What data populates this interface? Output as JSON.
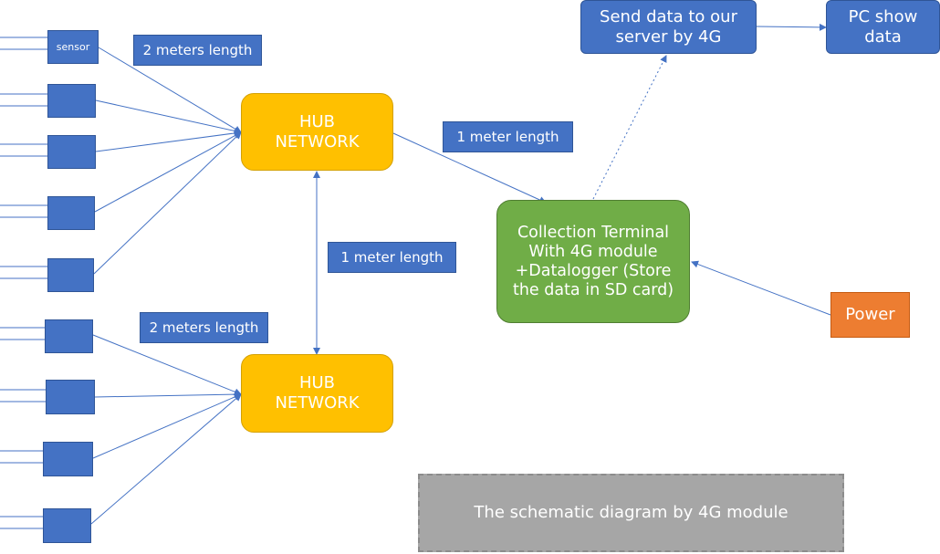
{
  "diagram": {
    "sensor_label": "sensor",
    "hub_top": "HUB\nNETWORK",
    "hub_bottom": "HUB\nNETWORK",
    "label_top_left": "2 meters length",
    "label_bottom_left": "2 meters length",
    "label_hub_terminal": "1 meter length",
    "label_hub_hub": "1 meter length",
    "terminal": "Collection Terminal\nWith 4G module\n+Datalogger (Store\nthe data in SD card)",
    "send_server": "Send data to our\nserver by 4G",
    "pc_show": "PC show\ndata",
    "power": "Power",
    "caption": "The schematic diagram by 4G module"
  },
  "colors": {
    "sensor": "#4472c4",
    "hub": "#ffc000",
    "terminal": "#70ad47",
    "power": "#ed7d31",
    "caption": "#a6a6a6",
    "connector": "#4472c4"
  }
}
